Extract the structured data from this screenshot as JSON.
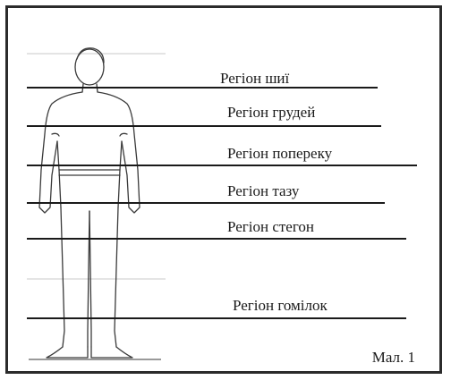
{
  "diagram": {
    "regions": [
      {
        "label": "Регіон шиї",
        "line_width": 392
      },
      {
        "label": "Регіон грудей",
        "line_width": 396
      },
      {
        "label": "Регіон попереку",
        "line_width": 436
      },
      {
        "label": "Регіон тазу",
        "line_width": 400
      },
      {
        "label": "Регіон стегон",
        "line_width": 424
      },
      {
        "label": "Регіон гомілок",
        "line_width": 424
      }
    ],
    "caption": "Мал. 1"
  }
}
